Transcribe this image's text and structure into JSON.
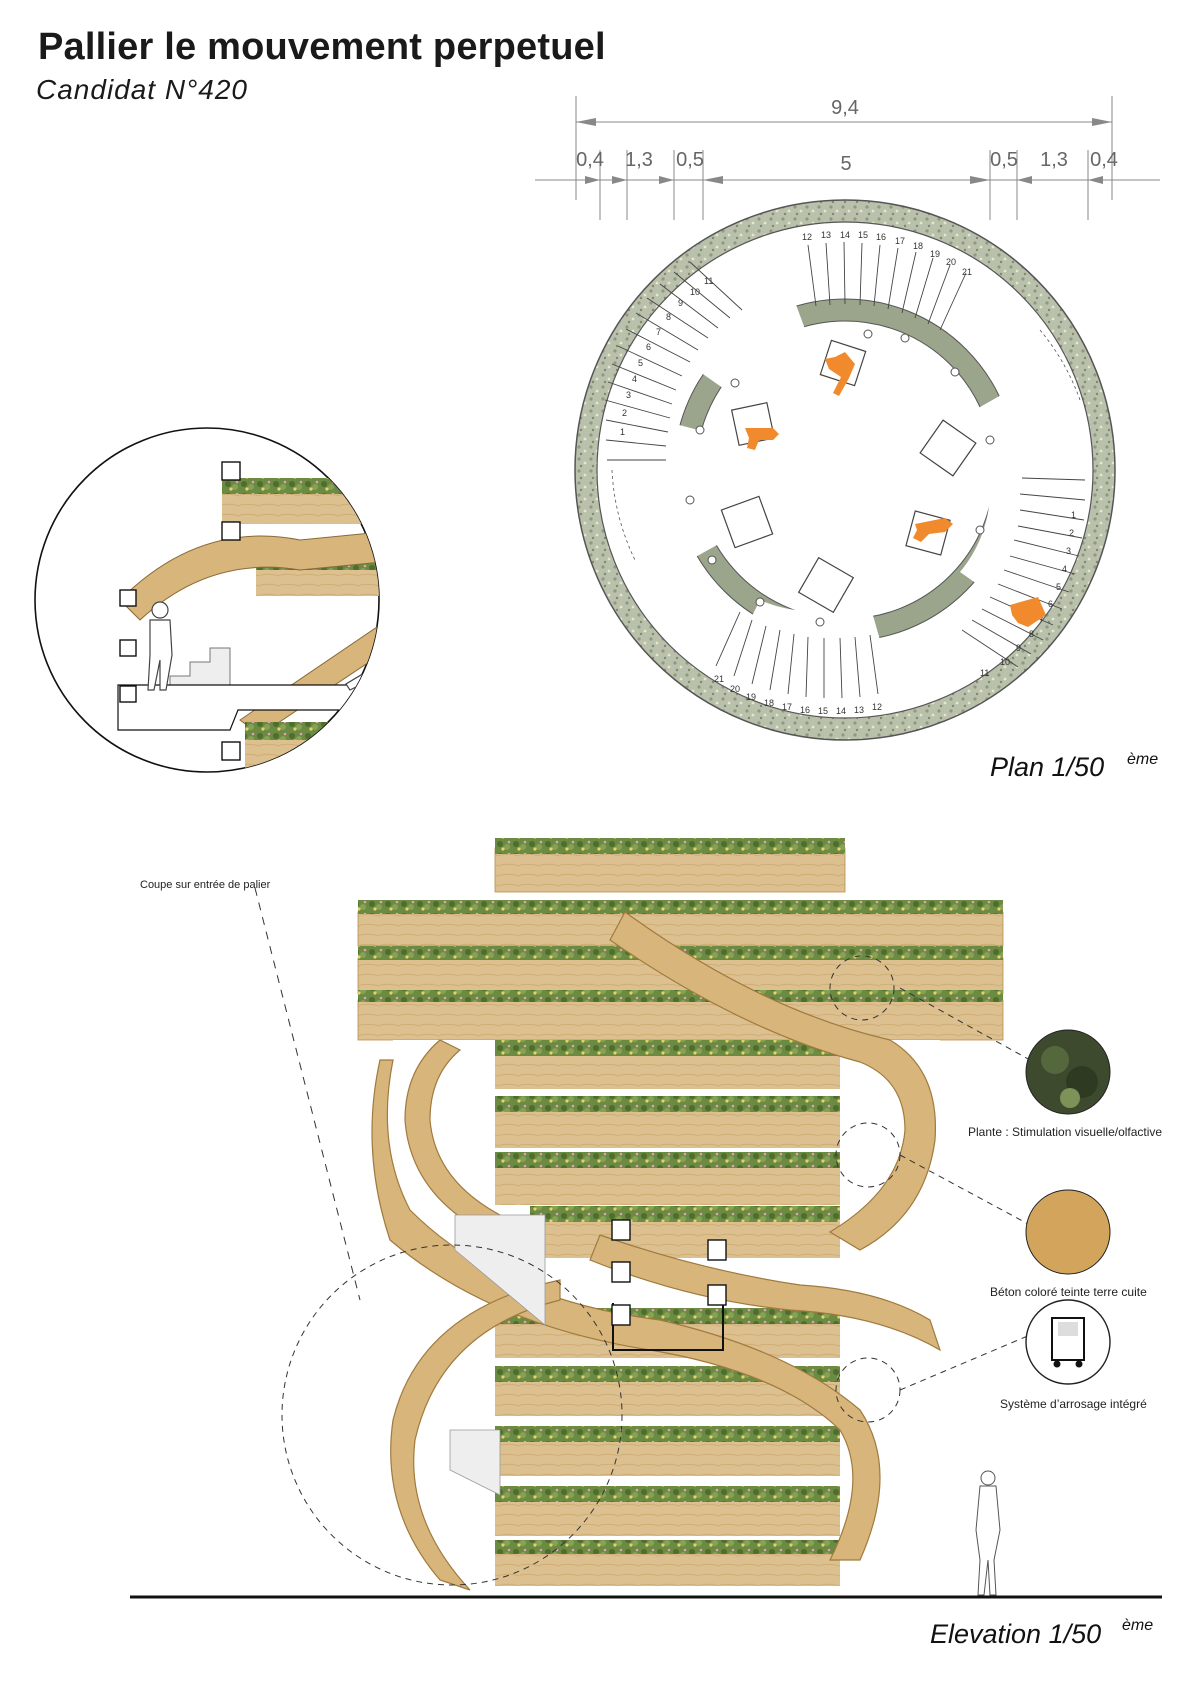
{
  "header": {
    "title": "Pallier le mouvement perpetuel",
    "subtitle": "Candidat N°420"
  },
  "dimensions": {
    "total": "9,4",
    "segments": [
      "0,4",
      "1,3",
      "0,5",
      "5",
      "0,5",
      "1,3",
      "0,4"
    ]
  },
  "plan": {
    "scale_label": "Plan 1/50",
    "scale_suffix": "ème",
    "stair_steps": [
      "1",
      "2",
      "3",
      "4",
      "5",
      "6",
      "7",
      "8",
      "9",
      "10",
      "11",
      "12",
      "13",
      "14",
      "15",
      "16",
      "17",
      "18",
      "19",
      "20",
      "21"
    ]
  },
  "section": {
    "label": "Coupe sur entrée de palier"
  },
  "legend": [
    {
      "label": "Plante : Stimulation visuelle/olfactive",
      "icon": "plant-swatch-icon",
      "color": "#3d4a2e"
    },
    {
      "label": "Béton coloré teinte terre cuite",
      "icon": "concrete-swatch-icon",
      "color": "#d3a55c"
    },
    {
      "label": "Système d’arrosage intégré",
      "icon": "irrigation-system-icon",
      "color": "#ffffff"
    }
  ],
  "elevation": {
    "scale_label": "Elevation 1/50",
    "scale_suffix": "ème"
  },
  "colors": {
    "concrete": "#d8b57a",
    "concrete_dark": "#b98f4e",
    "planter": "#e2c99c",
    "vegetation": "#5f7d3a",
    "flower_yellow": "#e8d36a",
    "flower_pink": "#d96b8a",
    "figure": "#f08a2c",
    "ring": "#b8c0ac"
  }
}
